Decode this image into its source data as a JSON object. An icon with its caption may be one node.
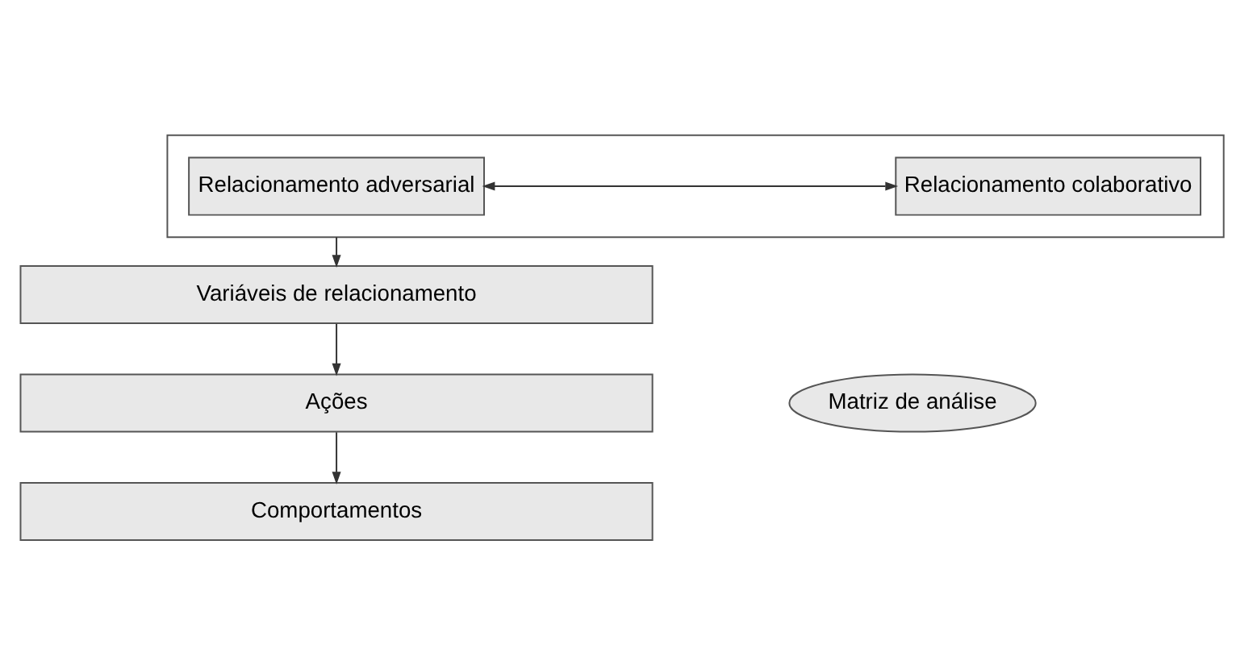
{
  "diagram": {
    "nodes": [
      {
        "text": [],
        "shape": "box"
      },
      {
        "text": [
          "Relacionamento adversarial"
        ],
        "in": 0
      },
      {
        "text": [
          "Relacionamento colaborativo"
        ],
        "in": 0
      },
      {
        "text": [
          "Variáveis de relacionamento"
        ]
      },
      {
        "text": [
          "Ações"
        ]
      },
      {
        "text": [
          "Comportamentos"
        ]
      },
      {
        "text": [
          "Matriz de análise"
        ]
      }
    ],
    "edges": [
      {
        "from": 1,
        "to": 2,
        "arrow": "both"
      },
      {
        "from": 0,
        "to": 3,
        "arrow": "to"
      },
      {
        "from": 3,
        "to": 4,
        "arrow": "to"
      },
      {
        "from": 4,
        "to": 5,
        "arrow": "to"
      }
    ]
  }
}
